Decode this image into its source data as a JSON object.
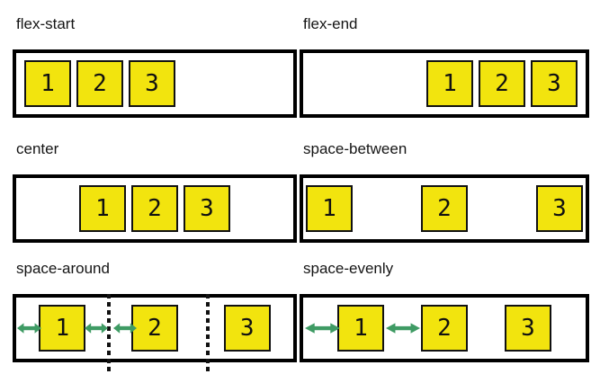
{
  "diagram": {
    "panels": [
      {
        "label": "flex-start",
        "items": [
          "1",
          "2",
          "3"
        ]
      },
      {
        "label": "flex-end",
        "items": [
          "1",
          "2",
          "3"
        ]
      },
      {
        "label": "center",
        "items": [
          "1",
          "2",
          "3"
        ]
      },
      {
        "label": "space-between",
        "items": [
          "1",
          "2",
          "3"
        ]
      },
      {
        "label": "space-around",
        "items": [
          "1",
          "2",
          "3"
        ]
      },
      {
        "label": "space-evenly",
        "items": [
          "1",
          "2",
          "3"
        ]
      }
    ],
    "colors": {
      "box_fill": "#f2e40e",
      "box_border": "#111111",
      "container_border": "#000000",
      "arrow_green": "#3f9b64",
      "divider": "#111111"
    }
  }
}
